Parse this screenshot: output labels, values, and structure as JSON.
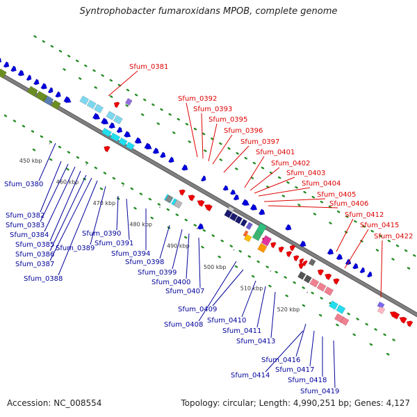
{
  "header": {
    "title": "Syntrophobacter fumaroxidans MPOB, complete genome"
  },
  "footer": {
    "accession": "Accession: NC_008554",
    "summary": "Topology: circular; Length: 4,990,251 bp; Genes: 4,127"
  },
  "colors": {
    "backbone": "#808080",
    "forward_gene": "#0000dd",
    "reverse_gene": "#ee0000",
    "cyan": "#22ddee",
    "olive": "#6b8e23",
    "gray": "#8c8c8c",
    "navy": "#1a1a70",
    "green_dot": "#228b22",
    "red_label": "#dd0000",
    "blue_label": "#000099"
  },
  "ticks": [
    "450 kbp",
    "460 kbp",
    "470 kbp",
    "480 kbp",
    "490 kbp",
    "500 kbp",
    "510 kbp",
    "520 kbp"
  ],
  "labels_top": [
    "Sfum_0381",
    "Sfum_0392",
    "Sfum_0393",
    "Sfum_0395",
    "Sfum_0396",
    "Sfum_0397",
    "Sfum_0401",
    "Sfum_0402",
    "Sfum_0403",
    "Sfum_0404",
    "Sfum_0405",
    "Sfum_0406",
    "Sfum_0412",
    "Sfum_0415",
    "Sfum_0422"
  ],
  "labels_bottom": [
    "Sfum_0380",
    "Sfum_0382",
    "Sfum_0383",
    "Sfum_0384",
    "Sfum_0385",
    "Sfum_0386",
    "Sfum_0387",
    "Sfum_0388",
    "Sfum_0389",
    "Sfum_0390",
    "Sfum_0391",
    "Sfum_0394",
    "Sfum_0398",
    "Sfum_0399",
    "Sfum_0400",
    "Sfum_0407",
    "Sfum_0408",
    "Sfum_0409",
    "Sfum_0410",
    "Sfum_0411",
    "Sfum_0413",
    "Sfum_0414",
    "Sfum_0416",
    "Sfum_0417",
    "Sfum_0418",
    "Sfum_0419"
  ]
}
